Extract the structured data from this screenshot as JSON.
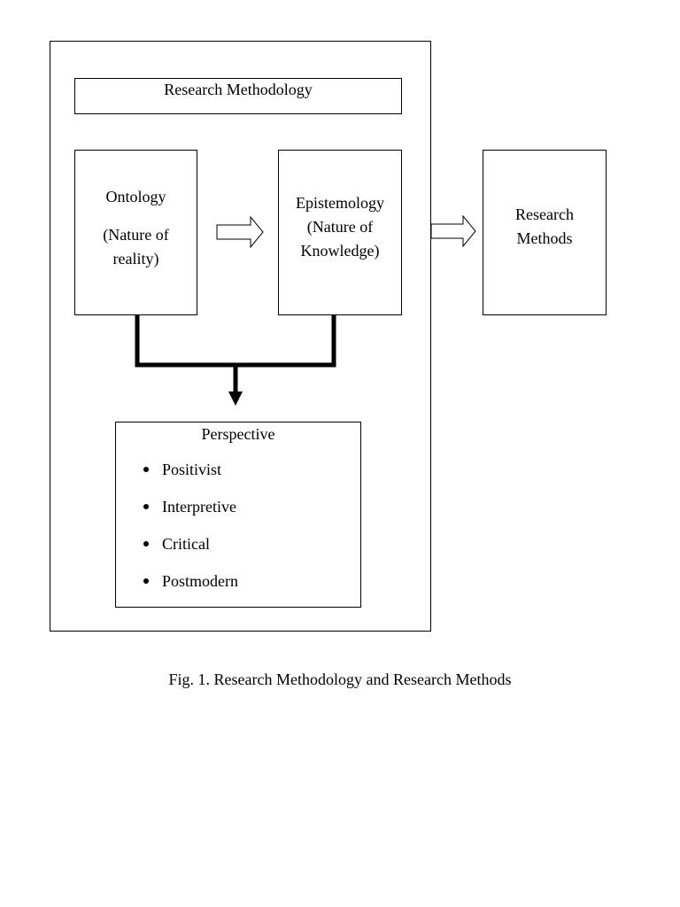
{
  "diagram": {
    "title": "Research Methodology",
    "ontology": {
      "label": "Ontology",
      "sublabel_line1": "(Nature of",
      "sublabel_line2": "reality)"
    },
    "epistemology": {
      "line1": "Epistemology",
      "line2": "(Nature of",
      "line3": "Knowledge)"
    },
    "research_methods": {
      "line1": "Research",
      "line2": "Methods"
    },
    "perspective": {
      "heading": "Perspective",
      "items": [
        "Positivist",
        "Interpretive",
        "Critical",
        "Postmodern"
      ]
    }
  },
  "caption": "Fig. 1. Research Methodology and Research Methods",
  "colors": {
    "stroke": "#000000",
    "background": "#ffffff"
  }
}
